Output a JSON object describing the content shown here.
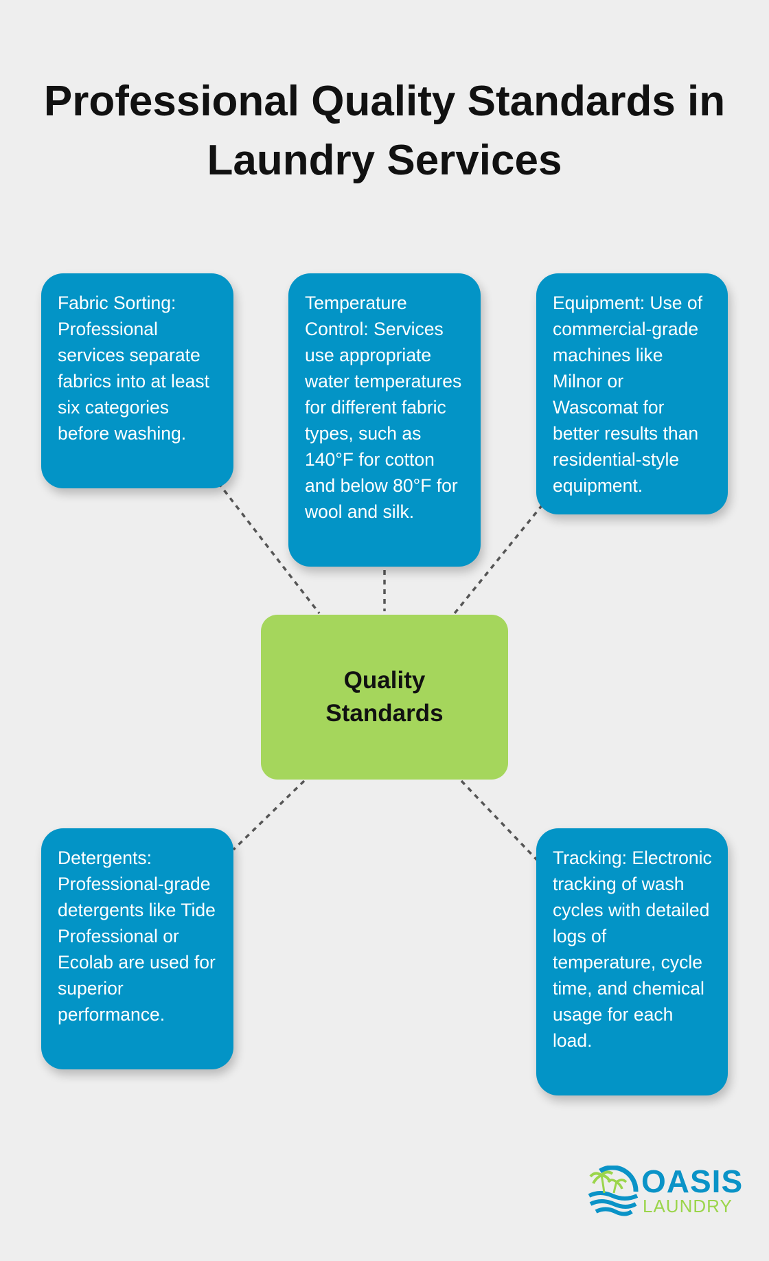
{
  "title": "Professional Quality Standards in Laundry Services",
  "center": "Quality Standards",
  "nodes": {
    "fabric_sorting": "Fabric Sorting: Professional services separate fabrics into at least six categories before washing.",
    "temperature": "Temperature Control: Services use appropriate water temperatures for different fabric types, such as 140°F for cotton and below 80°F for wool and silk.",
    "equipment": "Equipment: Use of commercial-grade machines like Milnor or Wascomat for better results than residential-style equipment.",
    "detergents": "Detergents: Professional-grade detergents like Tide Professional or Ecolab are used for superior performance.",
    "tracking": "Tracking: Electronic tracking of wash cycles with detailed logs of temperature, cycle time, and chemical usage for each load."
  },
  "logo": {
    "line1": "OASIS",
    "line2": "LAUNDRY"
  },
  "colors": {
    "box": "#0394c6",
    "center": "#a5d65c",
    "background": "#eeeeee"
  }
}
